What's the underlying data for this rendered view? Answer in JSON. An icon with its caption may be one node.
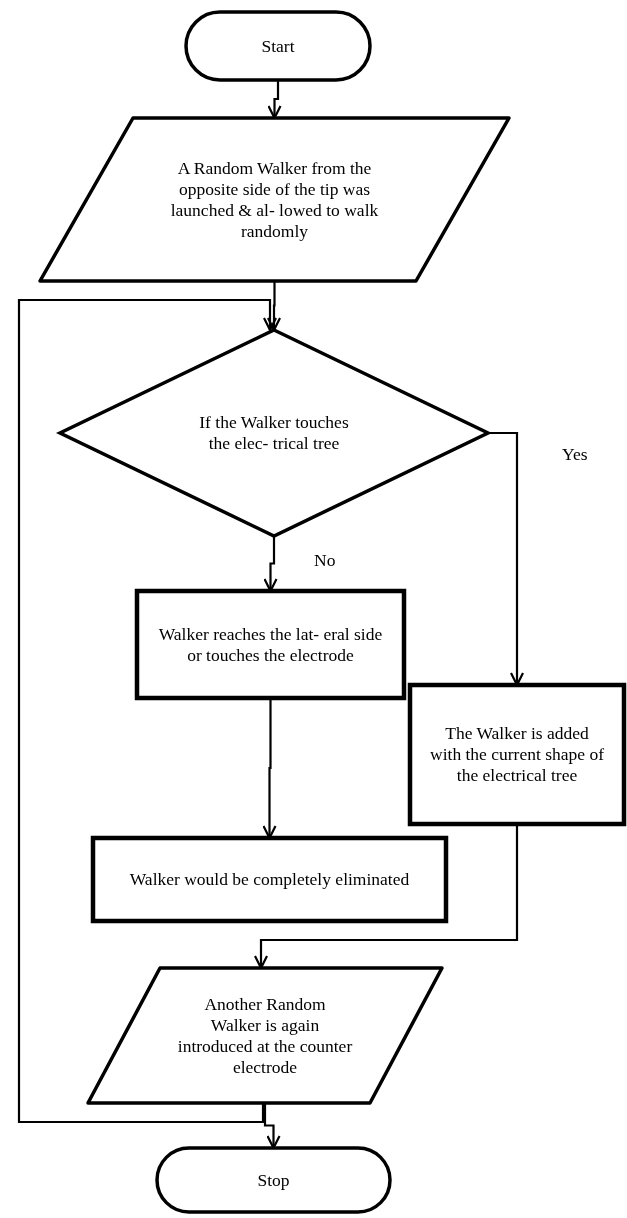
{
  "diagram": {
    "nodes": [
      {
        "text": [
          "Start"
        ]
      },
      {
        "text": [
          "A Random Walker from the opposite side of the tip was launched & al- lowed to walk randomly"
        ]
      },
      {
        "text": [
          "If the Walker touches the elec- trical tree"
        ]
      },
      {
        "text": [
          "Walker reaches the lat- eral side or touches the electrode"
        ]
      },
      {
        "text": [
          "The Walker is added with the current shape of the electrical tree"
        ]
      },
      {
        "text": [
          "Walker would be completely eliminated"
        ]
      },
      {
        "text": [
          "Another Random Walker is again introduced at the counter electrode"
        ]
      },
      {
        "text": [
          "Stop"
        ]
      }
    ],
    "edges": [
      {
        "from": 0,
        "to": 1,
        "arrow": "to"
      },
      {
        "from": 1,
        "to": 2,
        "arrow": "to"
      },
      {
        "from": 2,
        "to": 3,
        "arrow": "to",
        "label": "No"
      },
      {
        "from": 2,
        "to": 4,
        "arrow": "to",
        "label": "Yes"
      },
      {
        "from": 3,
        "to": 5,
        "arrow": "to"
      },
      {
        "from": 4,
        "to": 6,
        "arrow": "to"
      },
      {
        "from": 6,
        "to": 7,
        "arrow": "to"
      },
      {
        "from": 6,
        "to": 2,
        "arrow": "to"
      }
    ]
  }
}
